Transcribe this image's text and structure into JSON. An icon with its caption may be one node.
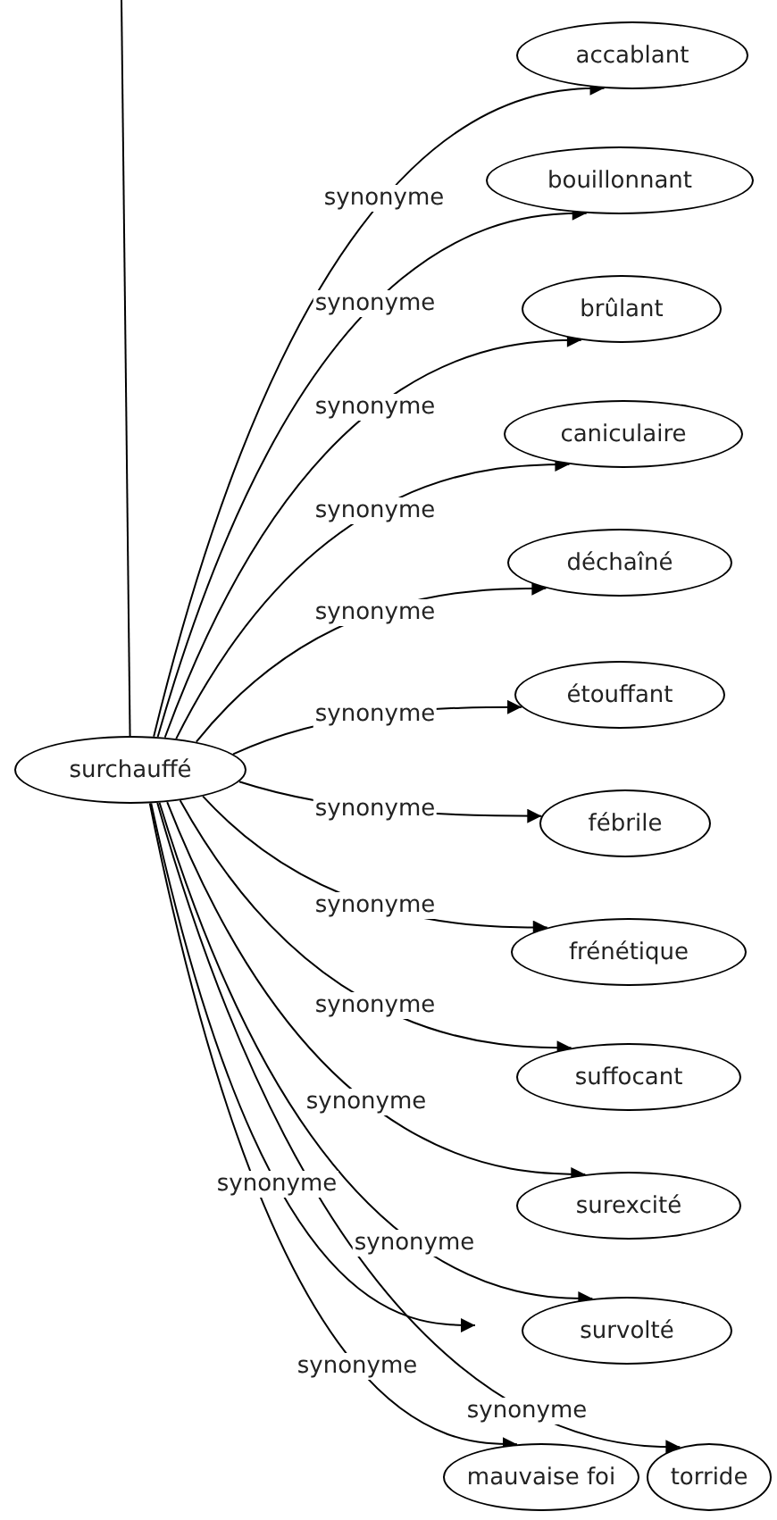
{
  "diagram": {
    "nodes": [
      {
        "text": [
          "surchauffé"
        ]
      },
      {
        "text": [
          "accablant"
        ]
      },
      {
        "text": [
          "bouillonnant"
        ]
      },
      {
        "text": [
          "brûlant"
        ]
      },
      {
        "text": [
          "caniculaire"
        ]
      },
      {
        "text": [
          "déchaîné"
        ]
      },
      {
        "text": [
          "étouffant"
        ]
      },
      {
        "text": [
          "fébrile"
        ]
      },
      {
        "text": [
          "frénétique"
        ]
      },
      {
        "text": [
          "suffocant"
        ]
      },
      {
        "text": [
          "surexcité"
        ]
      },
      {
        "text": [
          "survolté"
        ]
      },
      {
        "text": [
          "mauvaise foi"
        ]
      },
      {
        "text": [
          "torride"
        ]
      }
    ],
    "edges": [
      {
        "from": 0,
        "to": null,
        "arrow": "none"
      },
      {
        "from": 0,
        "to": 1,
        "arrow": "to",
        "label": "synonyme"
      },
      {
        "from": 0,
        "to": 2,
        "arrow": "to",
        "label": "synonyme"
      },
      {
        "from": 0,
        "to": 3,
        "arrow": "to",
        "label": "synonyme"
      },
      {
        "from": 0,
        "to": 4,
        "arrow": "to",
        "label": "synonyme"
      },
      {
        "from": 0,
        "to": 5,
        "arrow": "to",
        "label": "synonyme"
      },
      {
        "from": 0,
        "to": 6,
        "arrow": "to",
        "label": "synonyme"
      },
      {
        "from": 0,
        "to": 7,
        "arrow": "to",
        "label": "synonyme"
      },
      {
        "from": 0,
        "to": 8,
        "arrow": "to",
        "label": "synonyme"
      },
      {
        "from": 0,
        "to": 9,
        "arrow": "to",
        "label": "synonyme"
      },
      {
        "from": 0,
        "to": 10,
        "arrow": "to",
        "label": "synonyme"
      },
      {
        "from": 0,
        "to": null,
        "arrow": "to",
        "label": "synonyme"
      },
      {
        "from": 0,
        "to": 11,
        "arrow": "to",
        "label": "synonyme"
      },
      {
        "from": 0,
        "to": 13,
        "arrow": "to",
        "label": "synonyme"
      },
      {
        "from": 0,
        "to": 12,
        "arrow": "to",
        "label": "synonyme"
      }
    ]
  }
}
